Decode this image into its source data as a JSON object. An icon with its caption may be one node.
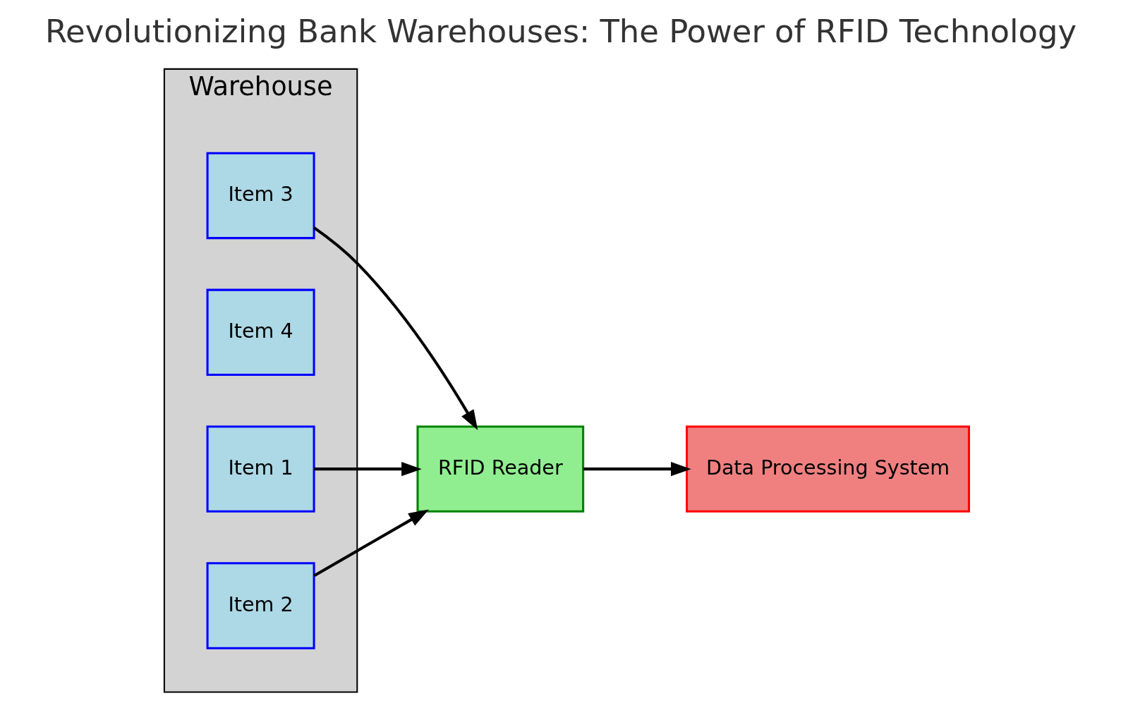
{
  "diagram": {
    "title": "Revolutionizing Bank Warehouses: The Power of RFID Technology",
    "nodes": [
      {
        "text": [
          "Warehouse"
        ]
      },
      {
        "text": [
          "Item 3"
        ],
        "in": 0
      },
      {
        "text": [
          "Item 4"
        ],
        "in": 0
      },
      {
        "text": [
          "Item 1"
        ],
        "in": 0
      },
      {
        "text": [
          "Item 2"
        ],
        "in": 0
      },
      {
        "text": [
          "RFID Reader"
        ]
      },
      {
        "text": [
          "Data Processing System"
        ]
      }
    ],
    "edges": [
      {
        "from": 1,
        "to": 5,
        "arrow": "to"
      },
      {
        "from": 3,
        "to": 5,
        "arrow": "to"
      },
      {
        "from": 4,
        "to": 5,
        "arrow": "to"
      },
      {
        "from": 5,
        "to": 6,
        "arrow": "to"
      }
    ]
  }
}
